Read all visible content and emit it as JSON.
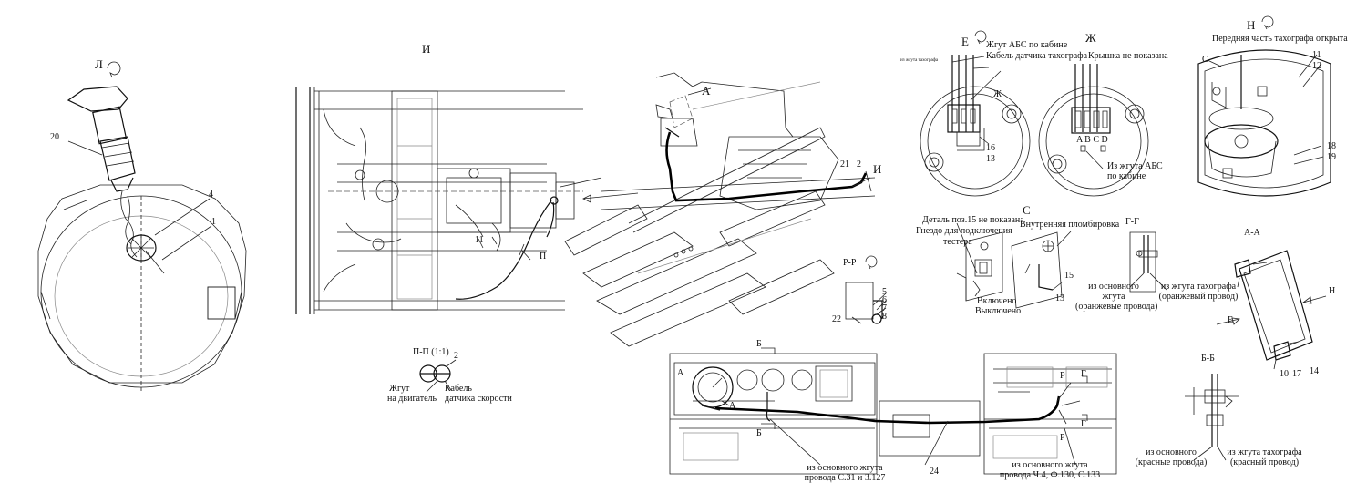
{
  "views": {
    "l": "Л",
    "i": "И",
    "e": "Е",
    "zh": "Ж",
    "n": "Н",
    "s": "С",
    "pp": "П-П (1:1)",
    "rr": "Р-Р",
    "gg": "Г-Г",
    "aa": "А-А",
    "bb": "Б-Б"
  },
  "callouts": {
    "n1": "1",
    "n2": "2",
    "n4": "4",
    "n5": "5",
    "n6": "6",
    "n7": "7",
    "n8": "8",
    "n10": "10",
    "n11": "11",
    "n12": "12",
    "n13": "13",
    "n14": "14",
    "n15": "15",
    "n16": "16",
    "n17": "17",
    "n18": "18",
    "n19": "19",
    "n20": "20",
    "n21": "21",
    "n22": "22",
    "n24": "24",
    "a": "А",
    "b": "Б",
    "p": "П",
    "r": "Р",
    "g": "Г",
    "c": "С",
    "zh": "Ж",
    "d_letters": "A B C D",
    "h": "Н",
    "e": "Е",
    "i": "И"
  },
  "notes": {
    "abs_cab": "Жгут АБС по кабине",
    "tacho_cable": "Кабель датчика тахографа",
    "tiny_label": "из жгута тахографа",
    "cover_not_shown": "Крышка не показана",
    "from_abs_harness": "Из жгута АБС",
    "by_cab": "по кабине",
    "front_open": "Передняя часть тахографа открыта",
    "detail15": "Деталь поз.15 не показана",
    "tester_socket": "Гнездо для подключения",
    "tester": "тестера",
    "internal_seal": "Внутренняя пломбировка",
    "on": "Включено",
    "off": "Выключено",
    "from_main": "из основного",
    "harness": "жгута",
    "orange_wires": "(оранжевые провода)",
    "from_tacho": "из жгута тахографа",
    "orange_wire": "(оранжевый провод)",
    "engine_harness_1": "Жгут",
    "engine_harness_2": "на двигатель",
    "speed_cable_1": "Кабель",
    "speed_cable_2": "датчика скорости",
    "main_harness_1": "из основного жгута",
    "main_harness_2": "провода С.31 и З.127",
    "main_harness_3": "из основного жгута",
    "main_harness_4": "провода Ч.4, Ф.130, С.133",
    "red_wires": "(красные провода)",
    "red_wire": "(красный провод)"
  }
}
